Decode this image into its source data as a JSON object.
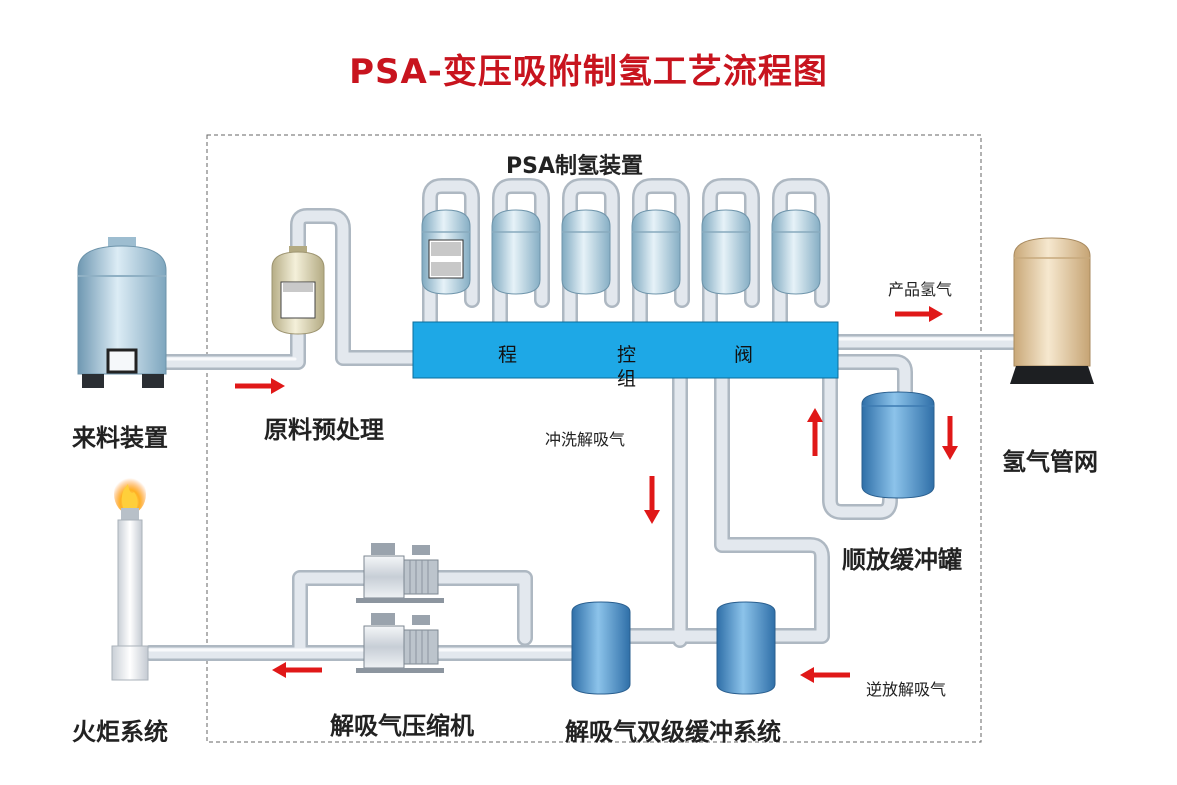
{
  "title": "PSA-变压吸附制氢工艺流程图",
  "unit_title": "PSA制氢装置",
  "labels": {
    "feed_device": "来料装置",
    "pretreatment": "原料预处理",
    "product_gas": "产品氢气",
    "hydrogen_network": "氢气管网",
    "purge_gas": "冲洗解吸气",
    "cocurrent_tank": "顺放缓冲罐",
    "flare": "火炬系统",
    "compressor": "解吸气压缩机",
    "dual_buffer": "解吸气双级缓冲系统",
    "reverse_gas": "逆放解吸气"
  },
  "valve_chars": [
    "程",
    "控",
    "组",
    "阀"
  ],
  "colors": {
    "title": "#c8141e",
    "valve_fill": "#1ea8e6",
    "arrow": "#e01818",
    "pipe": "#dde3ea",
    "tower": "#b9d4e2",
    "buffer_tank": "#5b9fd1",
    "product_tank": "#e3cda6"
  }
}
